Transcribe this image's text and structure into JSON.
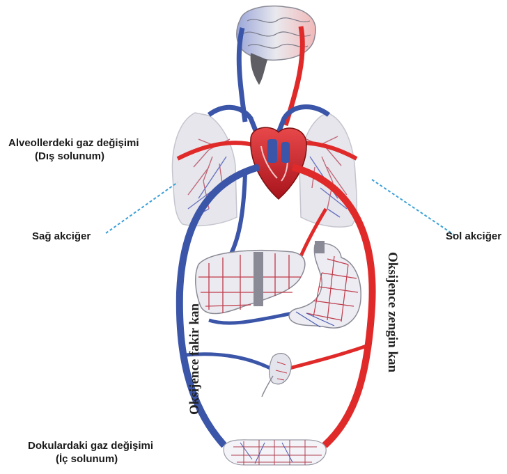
{
  "labels": {
    "alveol_line1": "Alveollerdeki gaz değişimi",
    "alveol_line2": "(Dış solunum)",
    "sag_akciger": "Sağ akciğer",
    "sol_akciger": "Sol akciğer",
    "doku_line1": "Dokulardaki gaz değişimi",
    "doku_line2": "(İç solunum)",
    "oksijence_fakir": "Oksijence fakir kan",
    "oksijence_zengin": "Oksijence zengin kan"
  },
  "colors": {
    "oxygen_rich": "#e02a2a",
    "oxygen_poor": "#3b55a8",
    "organ_fill": "#e8e8ee",
    "leader_line": "#3aa0d8"
  }
}
